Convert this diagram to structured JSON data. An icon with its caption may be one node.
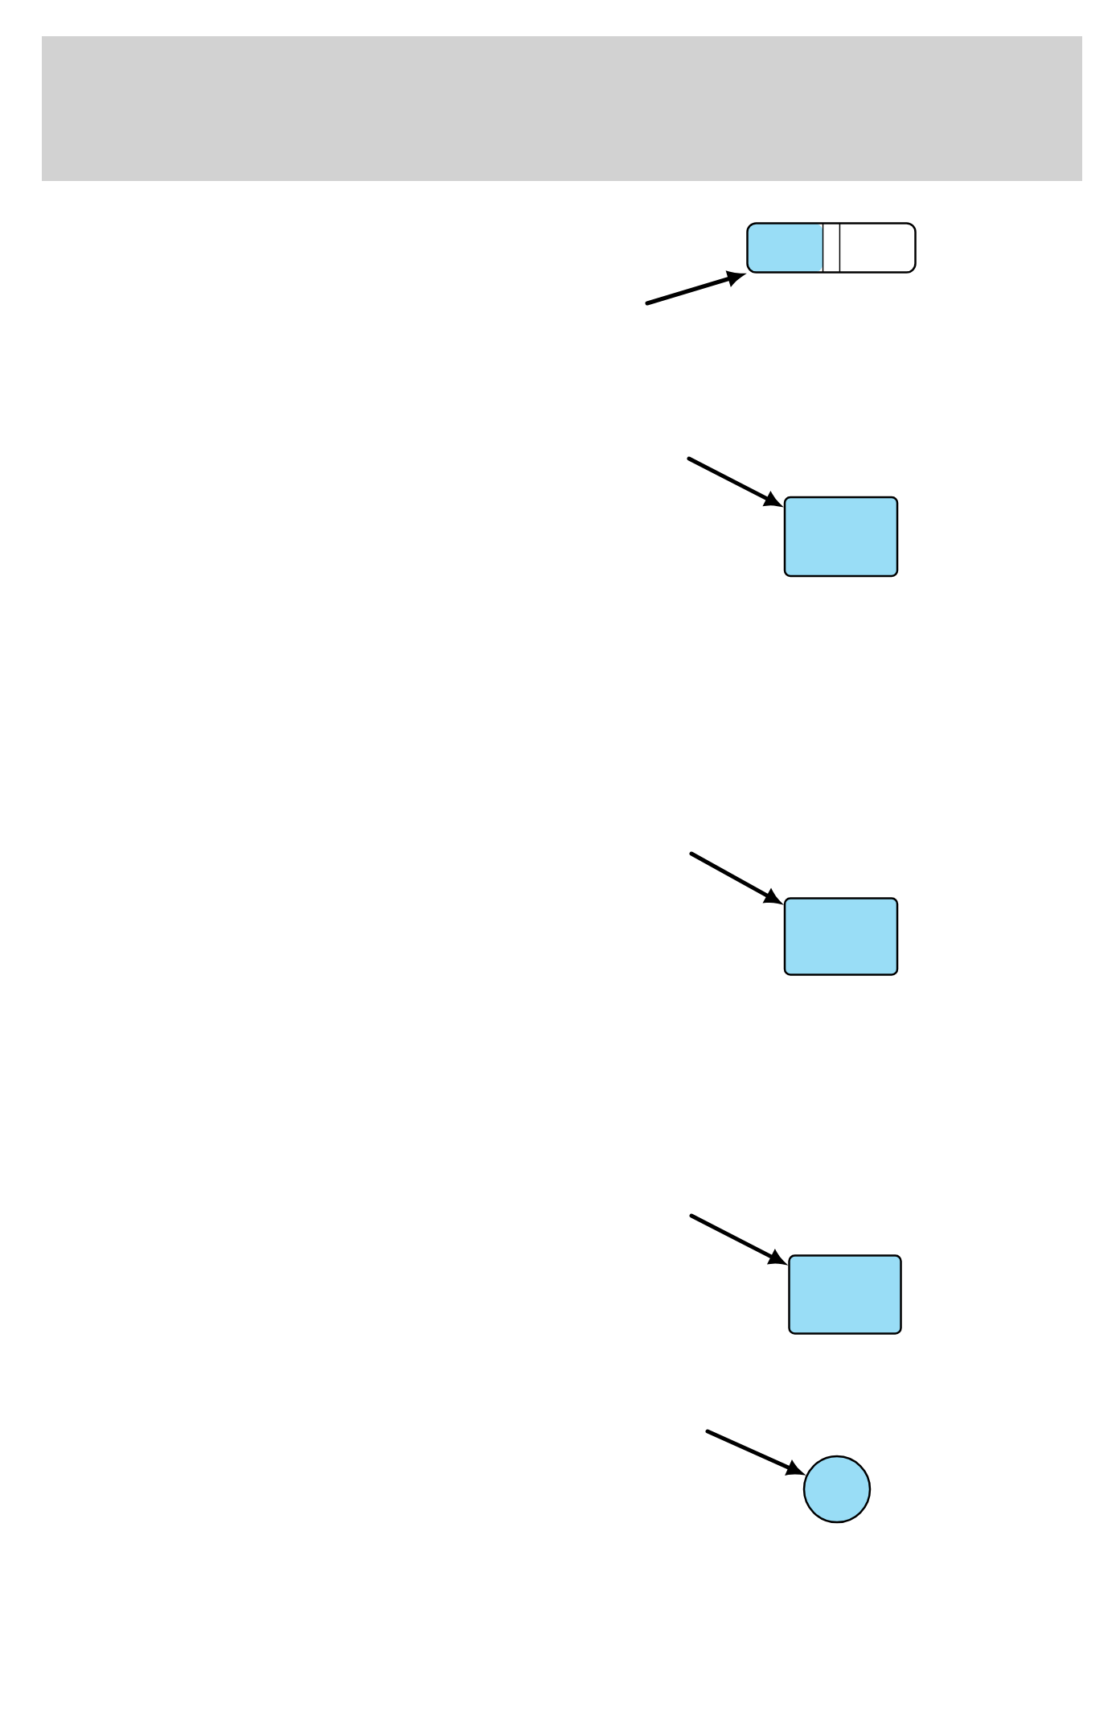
{
  "diagram": {
    "nodes": [
      {
        "text": [],
        "shape": "switch"
      },
      {
        "text": [],
        "shape": "box"
      },
      {
        "text": [],
        "shape": "box"
      },
      {
        "text": [],
        "shape": "box"
      },
      {
        "text": [],
        "shape": "circle"
      }
    ],
    "edges": [
      {
        "from": null,
        "to": 0,
        "arrow": "to"
      },
      {
        "from": null,
        "to": 1,
        "arrow": "to"
      },
      {
        "from": null,
        "to": 2,
        "arrow": "to"
      },
      {
        "from": null,
        "to": 3,
        "arrow": "to"
      },
      {
        "from": null,
        "to": 4,
        "arrow": "to"
      }
    ]
  }
}
